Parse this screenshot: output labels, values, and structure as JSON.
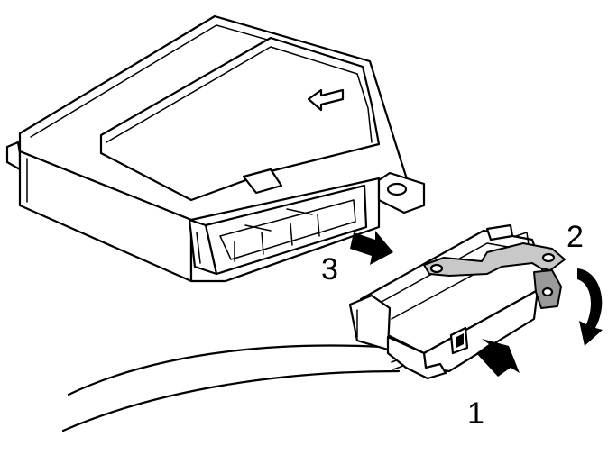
{
  "callouts": {
    "step1": "1",
    "step2": "2",
    "step3": "3"
  },
  "colors": {
    "line": "#000000",
    "latch_fill": "#c8c8c8",
    "background": "#ffffff"
  },
  "icons": {
    "module_arrow": "left-arrow-icon",
    "push_arrow_1": "right-arrow-icon",
    "push_arrow_3": "right-arrow-icon",
    "rotate_arrow_2": "curved-arrow-icon"
  }
}
